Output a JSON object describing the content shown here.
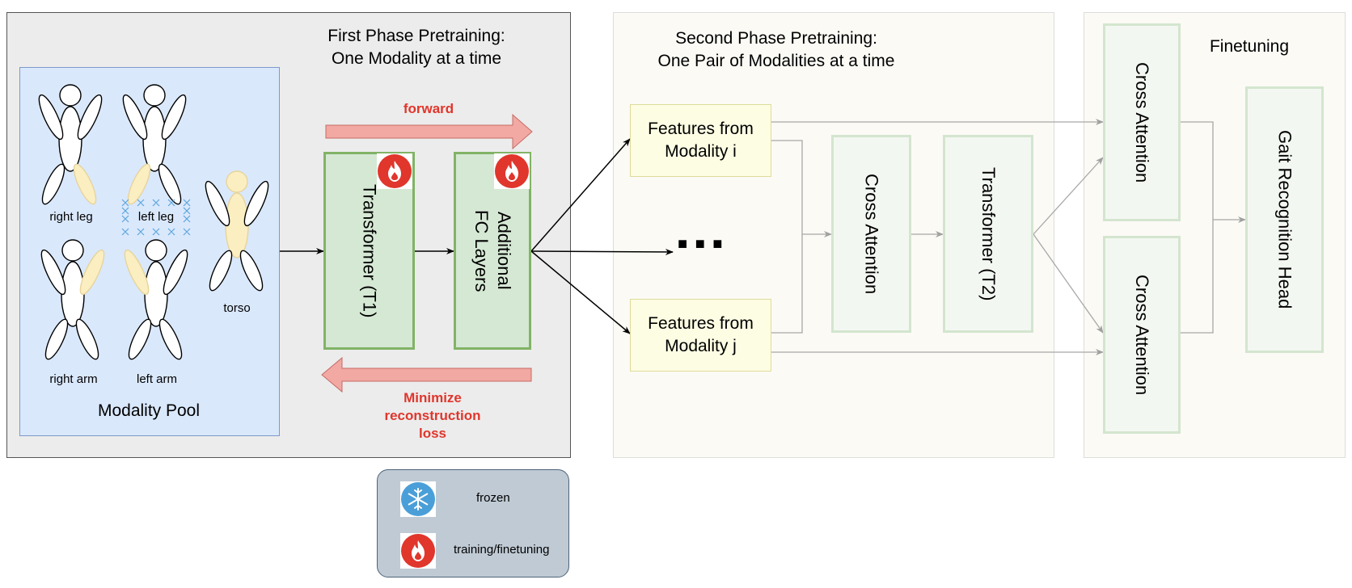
{
  "phase1": {
    "title_line1": "First Phase Pretraining:",
    "title_line2": "One Modality at a time"
  },
  "phase2": {
    "title_line1": "Second Phase Pretraining:",
    "title_line2": "One Pair of Modalities at a time"
  },
  "finetune": {
    "title": "Finetuning"
  },
  "pool": {
    "title": "Modality Pool",
    "labels": {
      "right_leg": "right leg",
      "left_leg": "left leg",
      "torso": "torso",
      "right_arm": "right arm",
      "left_arm": "left arm"
    }
  },
  "blocks": {
    "transformer_t1": "Transformer (T1)",
    "fc_line1": "Additional",
    "fc_line2": "FC Layers",
    "feat_i_line1": "Features from",
    "feat_i_line2": "Modality i",
    "feat_j_line1": "Features from",
    "feat_j_line2": "Modality j",
    "ellipsis": "■ ■ ■",
    "cross_attention_p2": "Cross Attention",
    "transformer_t2": "Transformer (T2)",
    "cross_attention_top": "Cross Attention",
    "cross_attention_bottom": "Cross Attention",
    "gait_head": "Gait Recognition Head"
  },
  "arrows": {
    "forward": "forward",
    "minimize_line1": "Minimize",
    "minimize_line2": "reconstruction",
    "minimize_line3": "loss"
  },
  "legend": {
    "frozen": "frozen",
    "training": "training/finetuning"
  },
  "colors": {
    "fire": "#e0362c",
    "snow": "#4a9fd8",
    "highlight_limb": "#fbeec1",
    "green_border": "#82b366"
  }
}
